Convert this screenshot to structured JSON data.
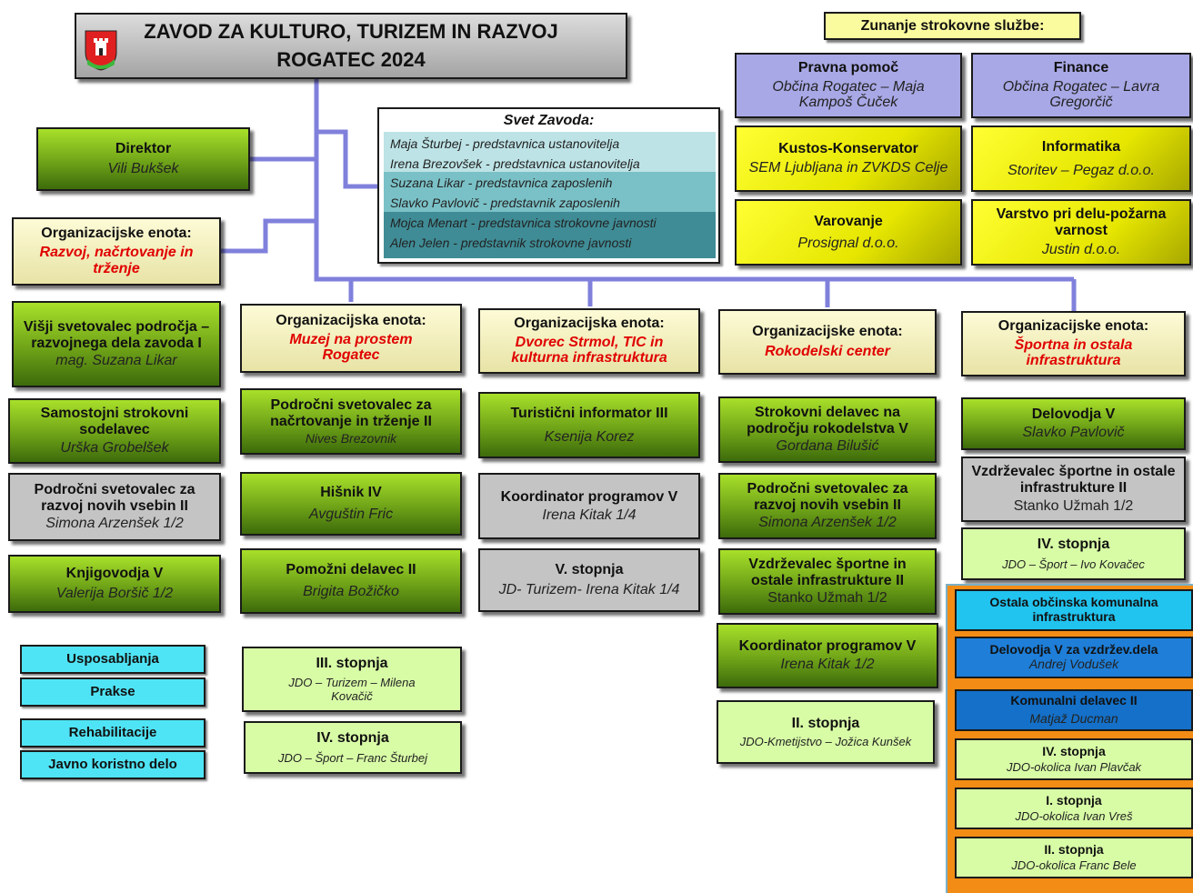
{
  "header": {
    "title_line1": "ZAVOD ZA KULTURO, TURIZEM IN RAZVOJ",
    "title_line2": "ROGATEC 2024",
    "logo_icon": "coat-of-arms-icon"
  },
  "external": {
    "title": "Zunanje strokovne službe:",
    "legal": {
      "title": "Pravna pomoč",
      "sub": "Občina Rogatec – Maja Kampoš Čuček"
    },
    "finance": {
      "title": "Finance",
      "sub": "Občina Rogatec – Lavra Gregorčič"
    },
    "kustos": {
      "title": "Kustos-Konservator",
      "sub": "SEM Ljubljana in ZVKDS Celje"
    },
    "it": {
      "title": "Informatika",
      "sub": "Storitev – Pegaz d.o.o."
    },
    "security": {
      "title": "Varovanje",
      "sub": "Prosignal d.o.o."
    },
    "safety": {
      "title": "Varstvo pri delu-požarna varnost",
      "sub": "Justin d.o.o."
    }
  },
  "director": {
    "title": "Direktor",
    "name": "Vili Bukšek"
  },
  "svet": {
    "title": "Svet Zavoda:",
    "members": [
      "Maja Šturbej - predstavnica ustanovitelja",
      "Irena Brezovšek - predstavnica ustanovitelja",
      "Suzana Likar - predstavnica zaposlenih",
      "Slavko Pavlovič - predstavnik zaposlenih",
      "Mojca Menart - predstavnica strokovne javnosti",
      "Alen Jelen - predstavnik strokovne javnosti"
    ]
  },
  "col1": {
    "unit_label": "Organizacijske enota:",
    "unit_name": "Razvoj, načrtovanje in trženje",
    "b1": {
      "title": "Višji svetovalec področja – razvojnega dela zavoda I",
      "name": "mag. Suzana Likar"
    },
    "b2": {
      "title": "Samostojni strokovni sodelavec",
      "name": "Urška Grobelšek"
    },
    "b3": {
      "title": "Področni svetovalec za razvoj novih vsebin II",
      "name": "Simona Arzenšek 1/2"
    },
    "b4": {
      "title": "Knjigovodja V",
      "name": "Valerija Boršič 1/2"
    },
    "programs": [
      "Usposabljanja",
      "Prakse",
      "Rehabilitacije",
      "Javno koristno delo"
    ]
  },
  "col2": {
    "unit_label": "Organizacijska enota:",
    "unit_name": "Muzej na prostem Rogatec",
    "b1": {
      "title": "Področni svetovalec za načrtovanje in trženje II",
      "name": "Nives Brezovnik"
    },
    "b2": {
      "title": "Hišnik IV",
      "name": "Avguštin Fric"
    },
    "b3": {
      "title": "Pomožni delavec II",
      "name": "Brigita Božičko"
    },
    "b4": {
      "title": "III.  stopnja",
      "name": "JDO – Turizem – Milena Kovačič"
    },
    "b5": {
      "title": "IV.  stopnja",
      "name": "JDO – Šport – Franc Šturbej"
    }
  },
  "col3": {
    "unit_label": "Organizacijska enota:",
    "unit_name": "Dvorec Strmol, TIC in kulturna infrastruktura",
    "b1": {
      "title": "Turistični informator III",
      "name": "Ksenija Korez"
    },
    "b2": {
      "title": "Koordinator programov V",
      "name": "Irena Kitak 1/4"
    },
    "b3": {
      "title": "V.  stopnja",
      "name": "JD- Turizem- Irena Kitak 1/4"
    }
  },
  "col4": {
    "unit_label": "Organizacijske enota:",
    "unit_name": "Rokodelski center",
    "b1": {
      "title": "Strokovni delavec na področju rokodelstva V",
      "name": "Gordana Bilušić"
    },
    "b2": {
      "title": "Področni svetovalec za razvoj novih vsebin II",
      "name": "Simona Arzenšek 1/2"
    },
    "b3": {
      "title": "Vzdrževalec športne in ostale infrastrukture II",
      "name": "Stanko Užmah 1/2"
    },
    "b4": {
      "title": "Koordinator programov V",
      "name": "Irena Kitak 1/2"
    },
    "b5": {
      "title": "II. stopnja",
      "name": "JDO-Kmetijstvo – Jožica Kunšek"
    }
  },
  "col5": {
    "unit_label": "Organizacijske enota:",
    "unit_name": "Športna in ostala infrastruktura",
    "b1": {
      "title": "Delovodja V",
      "name": "Slavko Pavlovič"
    },
    "b2": {
      "title": "Vzdrževalec športne in ostale infrastrukture II",
      "name": "Stanko Užmah 1/2"
    },
    "b3": {
      "title": "IV.  stopnja",
      "name": "JDO – Šport – Ivo Kovačec"
    },
    "komunala": {
      "title": "Ostala občinska komunalna infrastruktura",
      "b1": {
        "title": "Delovodja V za vzdržev.dela",
        "name": "Andrej Vodušek"
      },
      "b2": {
        "title": "Komunalni delavec II",
        "name": "Matjaž Ducman"
      },
      "b3": {
        "title": "IV. stopnja",
        "name": "JDO-okolica Ivan Plavčak"
      },
      "b4": {
        "title": "I. stopnja",
        "name": "JDO-okolica  Ivan Vreš"
      },
      "b5": {
        "title": "II. stopnja",
        "name": "JDO-okolica Franc Bele"
      }
    }
  }
}
